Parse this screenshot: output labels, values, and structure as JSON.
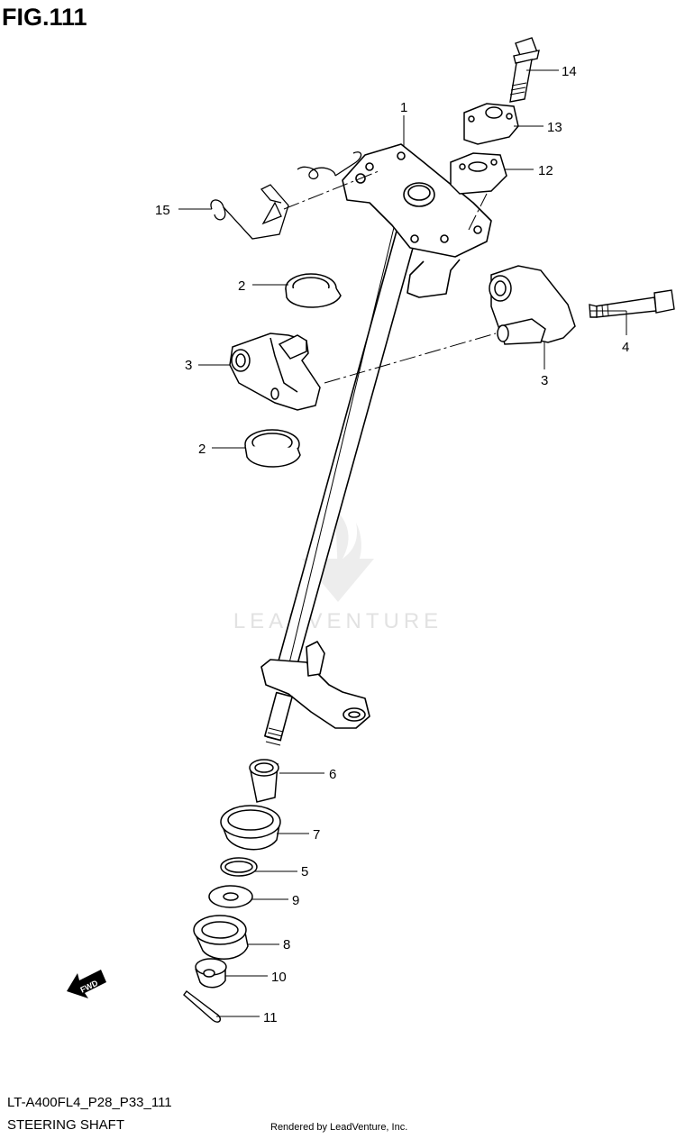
{
  "figure": {
    "title": "FIG.111"
  },
  "footer": {
    "model_code": "LT-A400FL4_P28_P33_111",
    "section_name": "STEERING SHAFT",
    "rendered_by": "Rendered by LeadVenture, Inc."
  },
  "watermark": {
    "text": "LEADVENTURE"
  },
  "fwd_label": "FWD",
  "callouts": {
    "c1": "1",
    "c2a": "2",
    "c2b": "2",
    "c3a": "3",
    "c3b": "3",
    "c4": "4",
    "c5": "5",
    "c6": "6",
    "c7": "7",
    "c8": "8",
    "c9": "9",
    "c10": "10",
    "c11": "11",
    "c12": "12",
    "c13": "13",
    "c14": "14",
    "c15": "15"
  }
}
